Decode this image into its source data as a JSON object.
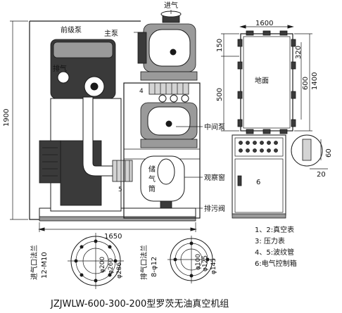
{
  "title": "JZJWLW-600-300-200型罗茨无油真空机组",
  "labels": {
    "inlet_top": "进气",
    "main_pump": "主泵",
    "fore_pump": "前级泵",
    "exhaust": "排气",
    "middle_pump": "中间泵",
    "sight_window": "观察窗",
    "drain_valve": "排污阀",
    "gas_tank_1": "储",
    "gas_tank_2": "气",
    "gas_tank_3": "筒",
    "floor": "地面",
    "cabinet_number": "6",
    "num_4": "4",
    "num_5": "5"
  },
  "dimensions": {
    "total_height": "1900",
    "total_width": "1650",
    "foot_width": "1600",
    "foot_depth": "1400",
    "d150": "150",
    "d500": "500",
    "d600": "600",
    "d320": "320",
    "d60": "60",
    "d20": "20"
  },
  "legend": [
    "1、2:真空表",
    "3:   压力表",
    "4、5:波纹管",
    "6:电气控制箱"
  ],
  "flanges": [
    {
      "side_1": "进气口法兰",
      "side_2": "12-M10",
      "d_outer": "φ286",
      "d_mid": "φ260",
      "d_inner": "φ200"
    },
    {
      "side_1": "排气口法兰",
      "side_2": "8-φ12",
      "d_outer": "φ145",
      "d_mid": "φ125",
      "d_inner": "φ100"
    }
  ]
}
